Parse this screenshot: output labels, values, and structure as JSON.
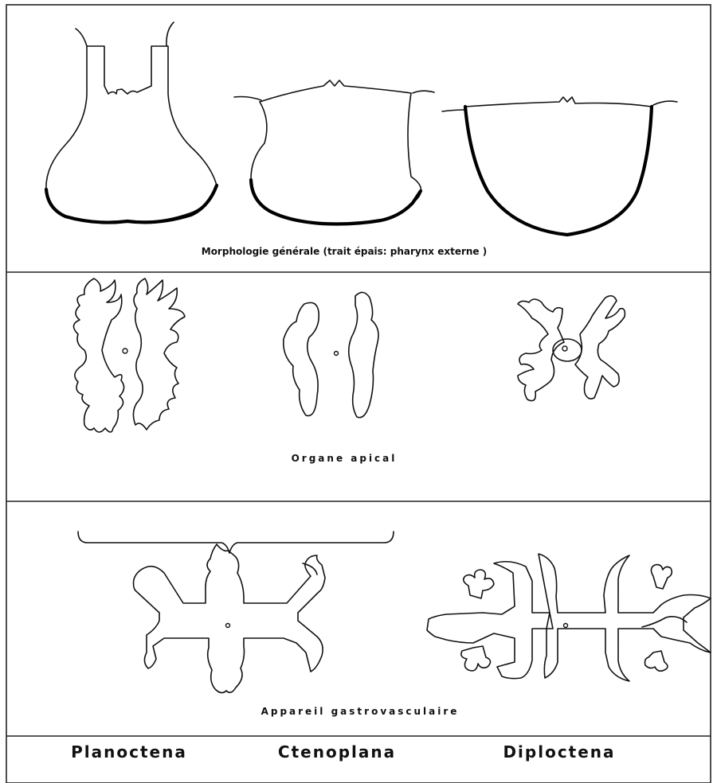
{
  "captions": {
    "morphology": "Morphologie générale (trait épais: pharynx externe )",
    "apical": "Organe apical",
    "gastro": "Appareil gastrovasculaire"
  },
  "genera": [
    "Planoctena",
    "Ctenoplana",
    "Diploctena"
  ],
  "colors": {
    "line": "#111111",
    "background": "#ffffff"
  }
}
